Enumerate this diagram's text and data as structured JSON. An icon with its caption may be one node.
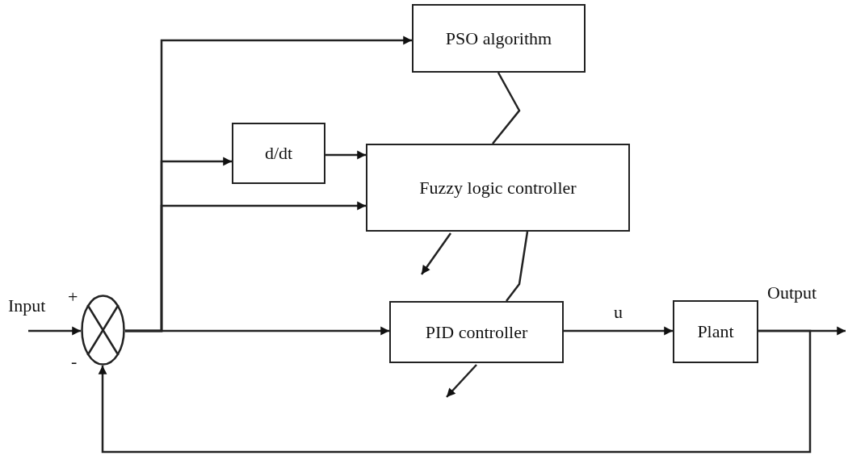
{
  "diagram": {
    "nodes": [
      {
        "text": [
          "PSO algorithm"
        ]
      },
      {
        "text": [
          "d/dt"
        ]
      },
      {
        "text": [
          "Fuzzy logic controller"
        ]
      },
      {
        "text": [
          "PID controller"
        ]
      },
      {
        "text": [
          "Plant"
        ]
      },
      {
        "text": [],
        "shape": "circle"
      }
    ],
    "edges": [
      {
        "from": null,
        "to": 5,
        "arrow": "to"
      },
      {
        "from": 5,
        "to": 3,
        "arrow": "to"
      },
      {
        "from": 5,
        "to": 0,
        "arrow": "to"
      },
      {
        "from": 5,
        "to": 1,
        "arrow": "to"
      },
      {
        "from": 5,
        "to": 2,
        "arrow": "to"
      },
      {
        "from": 1,
        "to": 2,
        "arrow": "to"
      },
      {
        "from": 0,
        "to": 2,
        "arrow": "none"
      },
      {
        "from": 2,
        "to": 3,
        "arrow": "none"
      },
      {
        "from": 3,
        "to": 4,
        "arrow": "to",
        "label": "u"
      },
      {
        "from": 4,
        "to": null,
        "arrow": "to"
      },
      {
        "from": 4,
        "to": 5,
        "arrow": "to"
      }
    ],
    "labels": [
      "Input",
      "+",
      "-",
      "Output"
    ]
  }
}
